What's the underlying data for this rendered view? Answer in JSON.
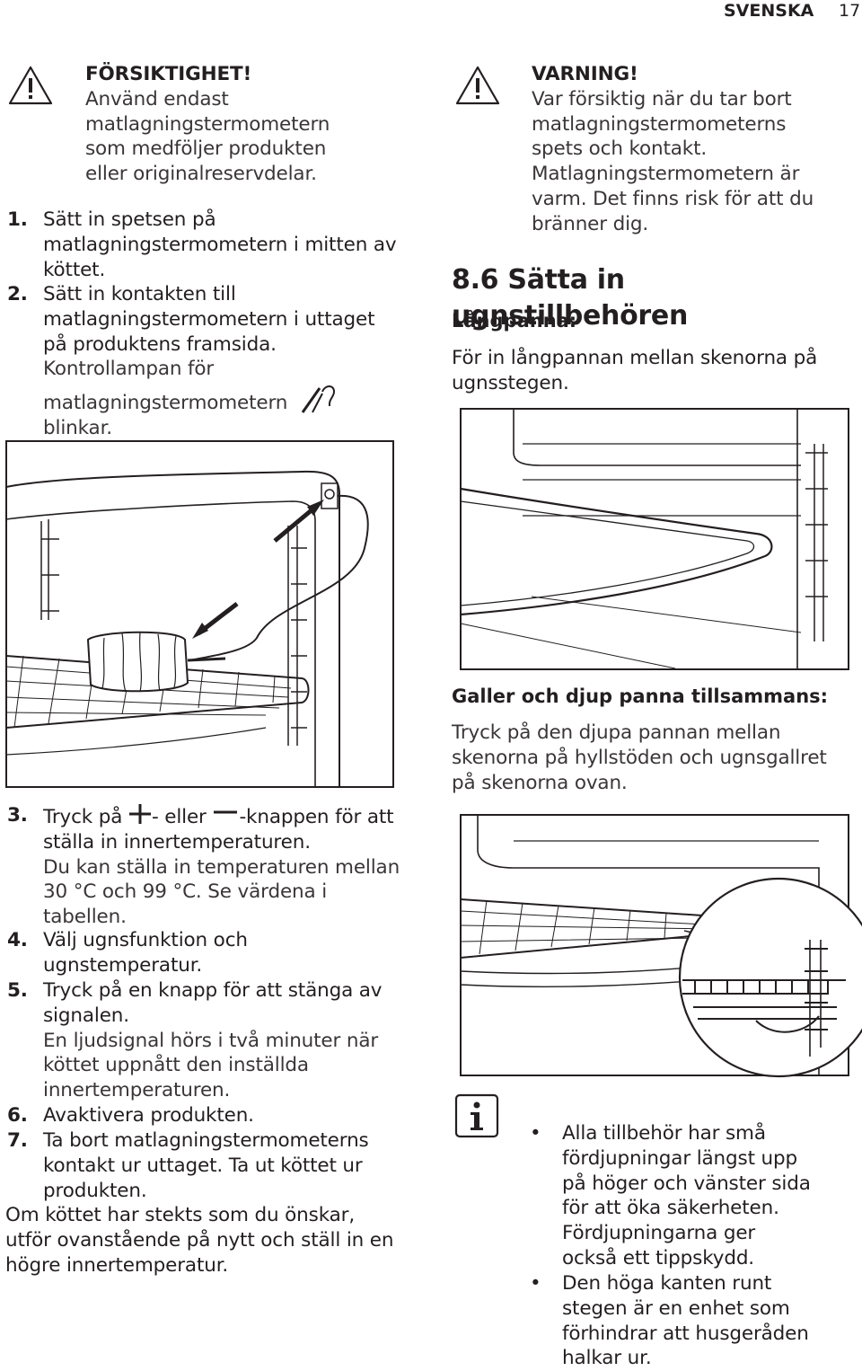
{
  "header": {
    "language": "SVENSKA",
    "page": "17"
  },
  "left": {
    "caution": {
      "title": "FÖRSIKTIGHET!",
      "lines": [
        "Använd endast",
        "matlagningstermometern",
        "som medföljer produkten",
        "eller originalreservdelar."
      ]
    },
    "steps_a": [
      {
        "num": "1.",
        "lines": [
          "Sätt in spetsen på",
          "matlagningstermometern i mitten av",
          "köttet."
        ]
      },
      {
        "num": "2.",
        "lines": [
          "Sätt in kontakten till",
          "matlagningstermometern i uttaget",
          "på produktens framsida.",
          "Kontrollampan för",
          "matlagningstermometern",
          "blinkar."
        ]
      }
    ],
    "step3": {
      "num": "3.",
      "pre": "Tryck på",
      "mid": "- eller",
      "post": "-knappen för att",
      "lines": [
        "ställa in innertemperaturen.",
        "Du kan ställa in temperaturen mellan",
        "30 °C och 99 °C. Se värdena i",
        "tabellen."
      ]
    },
    "steps_b": [
      {
        "num": "4.",
        "lines": [
          "Välj ugnsfunktion och",
          "ugnstemperatur."
        ]
      },
      {
        "num": "5.",
        "lines": [
          "Tryck på en knapp för att stänga av",
          "signalen.",
          "En ljudsignal hörs i två minuter när",
          "köttet uppnått den inställda",
          "innertemperaturen."
        ]
      },
      {
        "num": "6.",
        "lines": [
          "Avaktivera produkten."
        ]
      },
      {
        "num": "7.",
        "lines": [
          "Ta bort matlagningstermometerns",
          "kontakt ur uttaget. Ta ut köttet ur",
          "produkten."
        ]
      }
    ],
    "closing": [
      "Om köttet har stekts som du önskar,",
      "utför ovanstående på nytt och ställ in en",
      "högre innertemperatur."
    ]
  },
  "right": {
    "warning": {
      "title": "VARNING!",
      "lines": [
        "Var försiktig när du tar bort",
        "matlagningstermometerns",
        "spets och kontakt.",
        "Matlagningstermometern är",
        "varm. Det finns risk för att du",
        "bränner dig."
      ]
    },
    "section_title": "8.6 Sätta in ugnstillbehören",
    "sub1": {
      "heading": "Långpanna:",
      "lines": [
        "För in långpannan mellan skenorna på",
        "ugnsstegen."
      ]
    },
    "sub2": {
      "heading": "Galler och djup panna tillsammans:",
      "lines": [
        "Tryck på den djupa pannan mellan",
        "skenorna på hyllstöden och ugnsgallret",
        "på skenorna ovan."
      ]
    },
    "info_bullets": [
      {
        "lines": [
          "Alla tillbehör har små",
          "fördjupningar längst upp",
          "på höger och vänster sida",
          "för att öka säkerheten.",
          "Fördjupningarna ger",
          "också ett tippskydd."
        ]
      },
      {
        "lines": [
          "Den höga kanten runt",
          "stegen är en enhet som",
          "förhindrar att husgeråden",
          "halkar ur."
        ]
      }
    ]
  }
}
